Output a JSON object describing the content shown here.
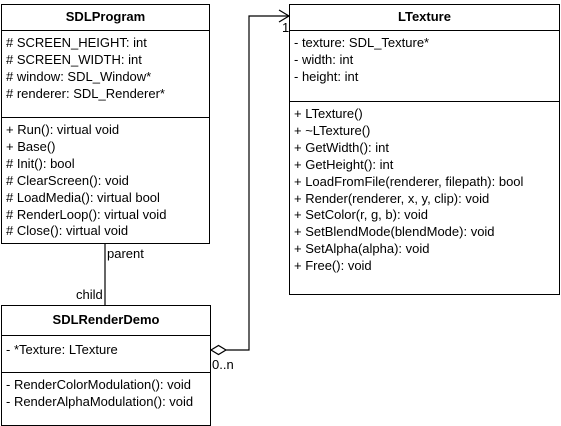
{
  "classes": {
    "sdl_program": {
      "name": "SDLProgram",
      "attributes": [
        "# SCREEN_HEIGHT: int",
        "# SCREEN_WIDTH: int",
        "# window: SDL_Window*",
        "# renderer: SDL_Renderer*"
      ],
      "methods": [
        "+ Run(): virtual void",
        "+ Base()",
        "# Init(): bool",
        "# ClearScreen(): void",
        "# LoadMedia(): virtual bool",
        "# RenderLoop(): virtual void",
        "# Close(): virtual void"
      ]
    },
    "ltexture": {
      "name": "LTexture",
      "attributes": [
        "- texture: SDL_Texture*",
        "- width: int",
        "- height: int"
      ],
      "methods": [
        "+ LTexture()",
        "+ ~LTexture()",
        "+ GetWidth(): int",
        "+ GetHeight(): int",
        "+ LoadFromFile(renderer, filepath): bool",
        "+ Render(renderer, x, y, clip): void",
        "+ SetColor(r, g, b): void",
        "+ SetBlendMode(blendMode): void",
        "+ SetAlpha(alpha): void",
        "+ Free(): void"
      ]
    },
    "sdl_render_demo": {
      "name": "SDLRenderDemo",
      "attributes": [
        "- *Texture: LTexture"
      ],
      "methods": [
        "- RenderColorModulation(): void",
        "- RenderAlphaModulation(): void"
      ]
    }
  },
  "relations": {
    "inheritance": {
      "parent_label": "parent",
      "child_label": "child"
    },
    "aggregation": {
      "source_multiplicity": "0..n",
      "target_multiplicity": "1"
    }
  }
}
